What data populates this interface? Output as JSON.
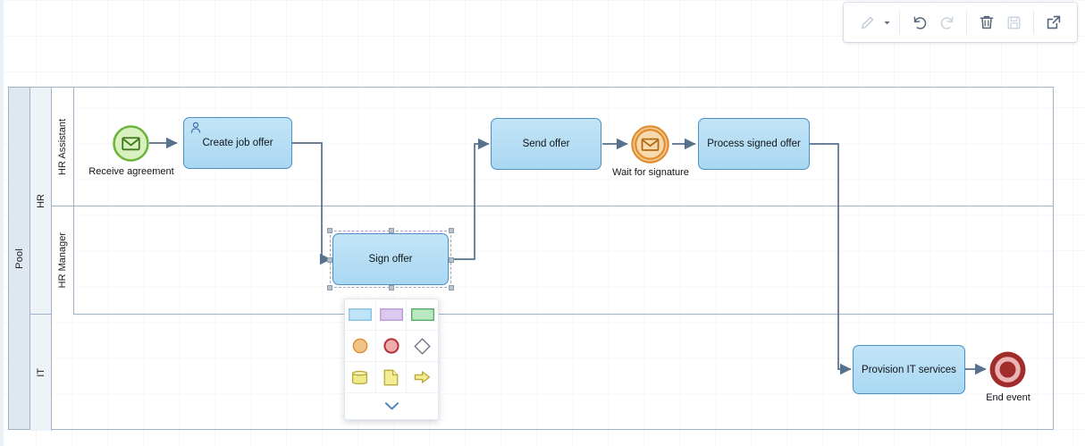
{
  "toolbar": {
    "items": [
      {
        "name": "pencil-icon",
        "label": "Edit style",
        "state": "dim"
      },
      {
        "name": "chevron-down-icon",
        "label": "Style options",
        "state": "active"
      },
      {
        "name": "undo-icon",
        "label": "Undo",
        "state": "active"
      },
      {
        "name": "redo-icon",
        "label": "Redo",
        "state": "dim"
      },
      {
        "name": "trash-icon",
        "label": "Delete",
        "state": "active"
      },
      {
        "name": "save-icon",
        "label": "Save",
        "state": "dim"
      },
      {
        "name": "export-icon",
        "label": "Open in new",
        "state": "active"
      }
    ]
  },
  "diagram": {
    "pool": {
      "label": "Pool"
    },
    "lanes": [
      {
        "label": "HR",
        "sublanes": [
          {
            "label": "HR Assistant"
          },
          {
            "label": "HR Manager"
          }
        ]
      },
      {
        "label": "IT",
        "sublanes": []
      }
    ],
    "nodes": [
      {
        "id": "start",
        "type": "message-start-event",
        "label": "Receive agreement"
      },
      {
        "id": "create",
        "type": "user-task",
        "label": "Create job offer"
      },
      {
        "id": "sign",
        "type": "task",
        "label": "Sign offer",
        "selected": true
      },
      {
        "id": "send",
        "type": "task",
        "label": "Send offer"
      },
      {
        "id": "wait",
        "type": "message-catch-event",
        "label": "Wait for signature"
      },
      {
        "id": "process",
        "type": "task",
        "label": "Process signed offer"
      },
      {
        "id": "provision",
        "type": "task",
        "label": "Provision IT services"
      },
      {
        "id": "end",
        "type": "terminate-end-event",
        "label": "End event"
      }
    ]
  },
  "palette": {
    "items": [
      {
        "name": "shape-rectangle-blue",
        "label": "Task (blue)"
      },
      {
        "name": "shape-rectangle-purple",
        "label": "Task (purple)"
      },
      {
        "name": "shape-rectangle-green",
        "label": "Task (green)"
      },
      {
        "name": "shape-circle-orange",
        "label": "Intermediate event"
      },
      {
        "name": "shape-circle-red",
        "label": "End event"
      },
      {
        "name": "shape-diamond",
        "label": "Gateway"
      },
      {
        "name": "shape-data-store",
        "label": "Data store"
      },
      {
        "name": "shape-data-object",
        "label": "Data object"
      },
      {
        "name": "shape-arrow",
        "label": "Flow arrow"
      }
    ],
    "more": {
      "name": "chevron-down-icon",
      "label": "More shapes"
    }
  },
  "colors": {
    "task_fill": "#b6deF4",
    "task_border": "#4b8fc4",
    "start_event": "#6db33f",
    "catch_event": "#e08c2e",
    "end_event": "#a02c2c",
    "lane_border": "#9fb2c8",
    "connector": "#57708c"
  }
}
